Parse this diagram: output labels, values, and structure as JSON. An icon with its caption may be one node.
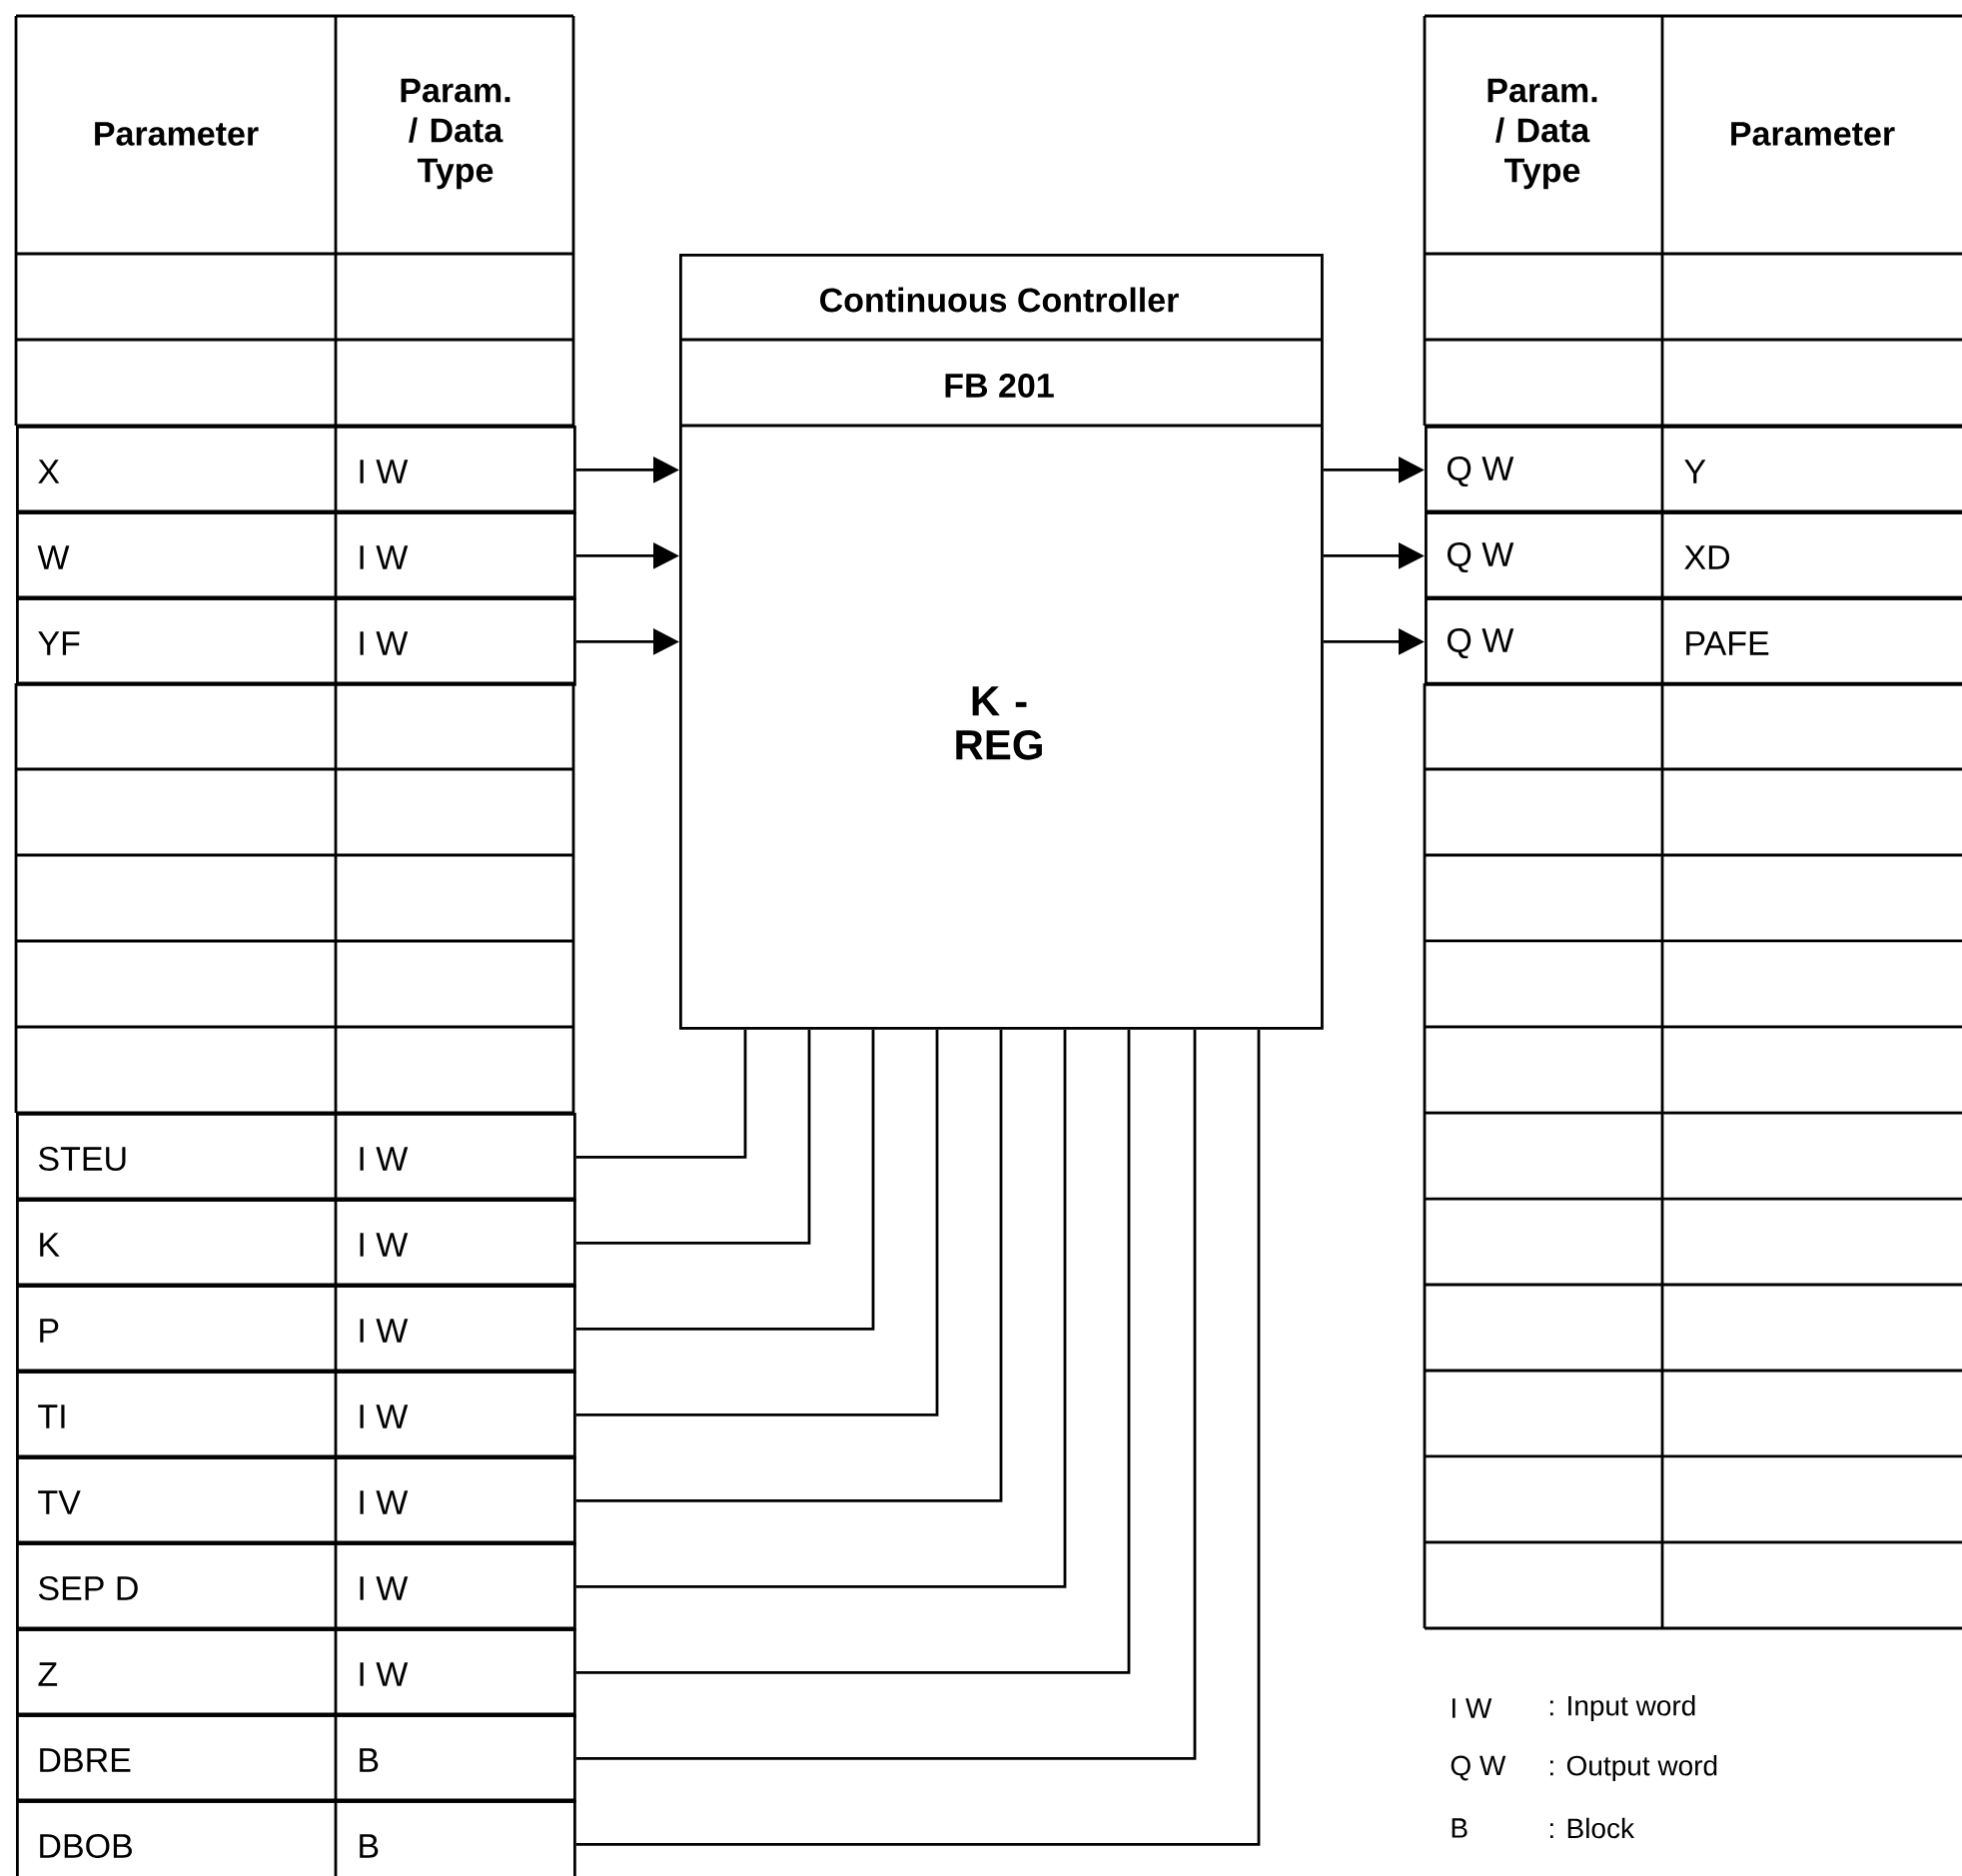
{
  "diagram": {
    "nodes": [
      {
        "text": [
          "X",
          "I  W"
        ]
      },
      {
        "text": [
          "W",
          "I  W"
        ]
      },
      {
        "text": [
          "YF",
          "I  W"
        ]
      },
      {
        "text": [
          "STEU",
          "I  W"
        ]
      },
      {
        "text": [
          "K",
          "I  W"
        ]
      },
      {
        "text": [
          "P",
          "I  W"
        ]
      },
      {
        "text": [
          "TI",
          "I  W"
        ]
      },
      {
        "text": [
          "TV",
          "I  W"
        ]
      },
      {
        "text": [
          "SEP D",
          "I W"
        ]
      },
      {
        "text": [
          "Z",
          "I W"
        ]
      },
      {
        "text": [
          "DBRE",
          "B"
        ]
      },
      {
        "text": [
          "DBOB",
          "B"
        ]
      },
      {
        "text": [
          "Continuous Controller",
          "FB 201",
          "K - REG"
        ]
      },
      {
        "text": [
          "Q  W",
          "Y"
        ]
      },
      {
        "text": [
          "Q  W",
          "XD"
        ]
      },
      {
        "text": [
          "Q  W",
          "PAFE"
        ]
      }
    ],
    "edges": [
      {
        "from": 0,
        "to": 12,
        "arrow": "to"
      },
      {
        "from": 1,
        "to": 12,
        "arrow": "to"
      },
      {
        "from": 2,
        "to": 12,
        "arrow": "to"
      },
      {
        "from": 3,
        "to": 12,
        "arrow": "none"
      },
      {
        "from": 4,
        "to": 12,
        "arrow": "none"
      },
      {
        "from": 5,
        "to": 12,
        "arrow": "none"
      },
      {
        "from": 6,
        "to": 12,
        "arrow": "none"
      },
      {
        "from": 7,
        "to": 12,
        "arrow": "none"
      },
      {
        "from": 8,
        "to": 12,
        "arrow": "none"
      },
      {
        "from": 9,
        "to": 12,
        "arrow": "none"
      },
      {
        "from": 10,
        "to": 12,
        "arrow": "none"
      },
      {
        "from": 11,
        "to": 12,
        "arrow": "none"
      },
      {
        "from": 12,
        "to": 13,
        "arrow": "to"
      },
      {
        "from": 12,
        "to": 14,
        "arrow": "to"
      },
      {
        "from": 12,
        "to": 15,
        "arrow": "to"
      }
    ],
    "labels": [
      "Parameter",
      "Param. / Data Type",
      "Param. / Data Type",
      "Parameter",
      "I W",
      ": Input word",
      "Q W",
      ": Output word",
      "B",
      ": Block"
    ]
  }
}
